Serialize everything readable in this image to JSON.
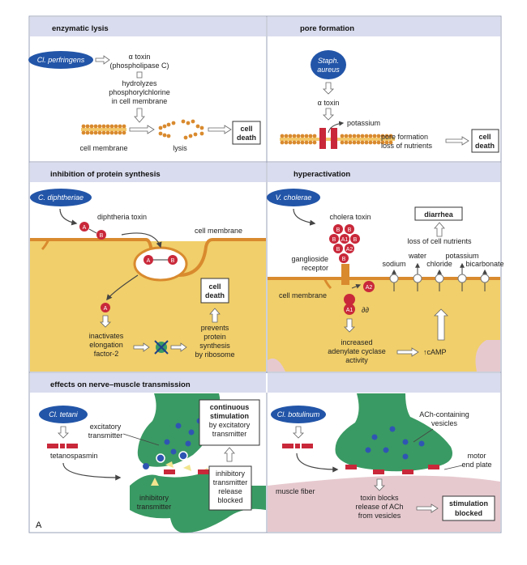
{
  "panels": {
    "enzymatic_lysis": {
      "title": "enzymatic lysis",
      "organism": "Cl. perfringens",
      "toxin_line1": "α toxin",
      "toxin_line2": "(phospholipase C)",
      "action_line1": "hydrolyzes",
      "action_line2": "phosphorylchlorine",
      "action_line3": "in cell membrane",
      "membrane_label": "cell membrane",
      "lysis_label": "lysis",
      "result_line1": "cell",
      "result_line2": "death"
    },
    "pore_formation": {
      "title": "pore formation",
      "organism_line1": "Staph.",
      "organism_line2": "aureus",
      "toxin": "α toxin",
      "potassium": "potassium",
      "pore_line1": "pore formation",
      "pore_line2": "loss of nutrients",
      "result_line1": "cell",
      "result_line2": "death"
    },
    "inhibition": {
      "title": "inhibition of protein synthesis",
      "organism": "C. diphtheriae",
      "toxin": "diphtheria toxin",
      "membrane_label": "cell membrane",
      "a_label": "A",
      "b_label": "B",
      "left_line1": "inactivates",
      "left_line2": "elongation",
      "left_line3": "factor-2",
      "right_line1": "prevents",
      "right_line2": "protein",
      "right_line3": "synthesis",
      "right_line4": "by ribosome",
      "result_line1": "cell",
      "result_line2": "death"
    },
    "hyperactivation": {
      "title": "hyperactivation",
      "organism": "V. cholerae",
      "toxin": "cholera toxin",
      "result": "diarrhea",
      "loss": "loss of cell nutrients",
      "ions": [
        "sodium",
        "water",
        "chloride",
        "potassium",
        "bicarbonate"
      ],
      "receptor_line1": "ganglioside",
      "receptor_line2": "receptor",
      "membrane_label": "cell membrane",
      "a1": "A1",
      "a2": "A2",
      "b": "B",
      "increased_line1": "increased",
      "increased_line2": "adenylate cyclase",
      "increased_line3": "activity",
      "camp": "↑cAMP"
    },
    "nerve_muscle": {
      "title": "effects on nerve–muscle transmission",
      "tetani": {
        "organism": "Cl. tetani",
        "excitatory_line1": "excitatory",
        "excitatory_line2": "transmitter",
        "tetanospasmin": "tetanospasmin",
        "inhibitory_line1": "inhibitory",
        "inhibitory_line2": "transmitter",
        "continuous_line1": "continuous",
        "continuous_line2": "stimulation",
        "continuous_line3": "by excitatory",
        "continuous_line4": "transmitter",
        "blocked_line1": "inhibitory",
        "blocked_line2": "transmitter",
        "blocked_line3": "release",
        "blocked_line4": "blocked"
      },
      "botulinum": {
        "organism": "Cl. botulinum",
        "ach_line1": "ACh-containing",
        "ach_line2": "vesicles",
        "motor_line1": "motor",
        "motor_line2": "end plate",
        "muscle": "muscle fiber",
        "blocks_line1": "toxin blocks",
        "blocks_line2": "release of ACh",
        "blocks_line3": "from vesicles",
        "result_line1": "stimulation",
        "result_line2": "blocked"
      }
    },
    "figure_letter": "A"
  },
  "colors": {
    "panel_header_bg": "#d9dcee",
    "organism_blue": "#2255a8",
    "toxin_red": "#c9283a",
    "cell_yellow": "#f1cf6a",
    "membrane_orange": "#d98a2e",
    "neuron_green": "#3a9a63",
    "muscle_pink": "#e6c9cf",
    "vesicle_blue": "#2f55b3"
  }
}
